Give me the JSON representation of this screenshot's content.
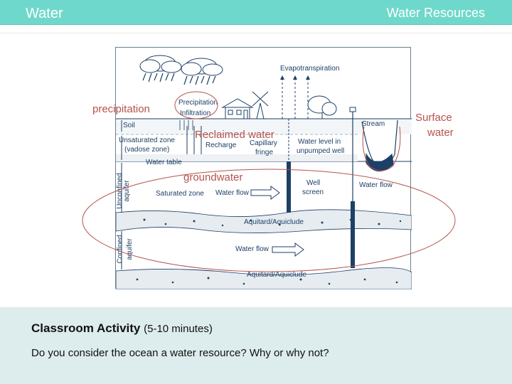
{
  "header": {
    "left_title": "Water",
    "right_title": "Water Resources"
  },
  "diagram": {
    "labels": {
      "evapotranspiration": "Evapotranspiration",
      "precipitation": "Precipitation",
      "infiltration": "Infiltration",
      "soil": "Soil",
      "stream": "Stream",
      "unsaturated_zone": "Unsaturated zone",
      "vadose_zone": "(vadose zone)",
      "recharge": "Recharge",
      "capillary": "Capillary",
      "fringe": "fringe",
      "water_level": "Water level in",
      "unpumped_well": "unpumped well",
      "water_table": "Water table",
      "well": "Well",
      "screen": "screen",
      "unconfined": "Unconfined",
      "aquifer_upper": "aquifer",
      "saturated_zone": "Saturated zone",
      "water_flow_1": "Water flow",
      "water_flow_stream": "Water flow",
      "aquitard_1": "Aquitard/Aquiclude",
      "confined": "Confined",
      "aquifer_lower": "aquifer",
      "water_flow_2": "Water flow",
      "aquitard_2": "Aquitard/Aquiclude"
    }
  },
  "annotations": {
    "precipitation": "precipitation",
    "reclaimed": "Reclaimed water",
    "groundwater": "groundwater",
    "surface_line1": "Surface",
    "surface_line2": "water"
  },
  "activity": {
    "title": "Classroom Activity",
    "duration": "(5-10 minutes)",
    "question": "Do you consider the ocean a water resource?  Why or why not?"
  },
  "colors": {
    "header_bg": "#6fd8cc",
    "diagram_ink": "#1e3f66",
    "annotation": "#b5524c",
    "activity_bg": "#ddecec"
  }
}
